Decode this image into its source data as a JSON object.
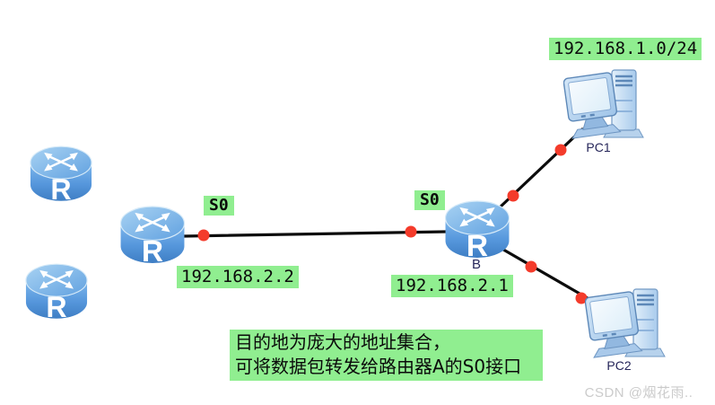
{
  "colors": {
    "highlight_green": "#90EE90",
    "link_black": "#0c0c0c",
    "dot_red": "#F43B2B",
    "router_blue": "#4286CE",
    "device_label_navy": "#26265A",
    "watermark_gray": "#CBCBCB"
  },
  "router_glyph": "R",
  "devices": {
    "router_b": {
      "name": "B"
    },
    "pc1": {
      "name": "PC1",
      "subnet_label": "192.168.1.0/24"
    },
    "pc2": {
      "name": "PC2"
    }
  },
  "interfaces": {
    "router_a_s0": "S0",
    "router_b_s0": "S0"
  },
  "ips": {
    "router_a_serial": "192.168.2.2",
    "router_b_serial": "192.168.2.1"
  },
  "note": {
    "line1": "目的地为庞大的地址集合，",
    "line2": "可将数据包转发给路由器A的S0接口"
  },
  "watermark": "CSDN @烟花雨.."
}
